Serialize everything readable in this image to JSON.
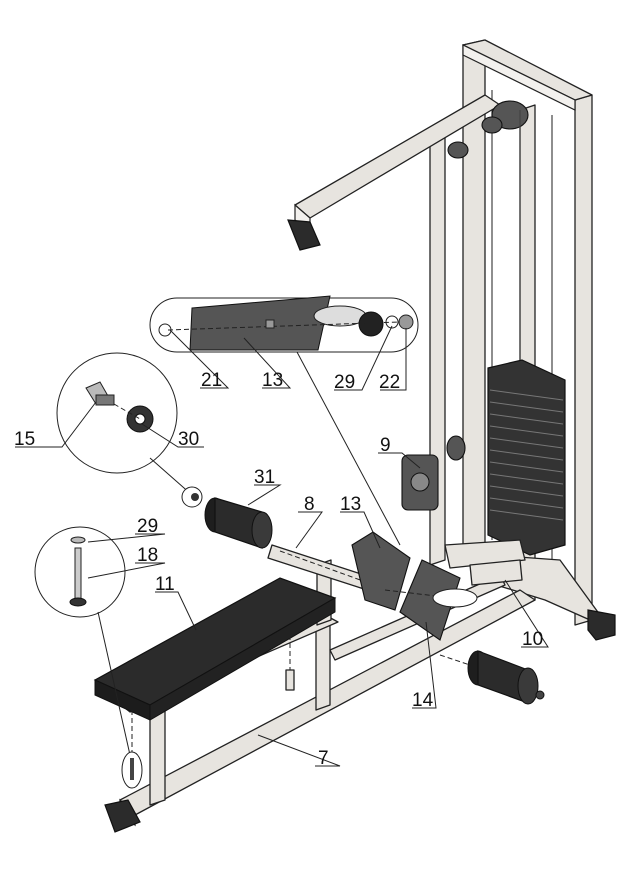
{
  "callouts": [
    {
      "id": "c21",
      "text": "21"
    },
    {
      "id": "c13a",
      "text": "13"
    },
    {
      "id": "c29a",
      "text": "29"
    },
    {
      "id": "c22",
      "text": "22"
    },
    {
      "id": "c15",
      "text": "15"
    },
    {
      "id": "c30",
      "text": "30"
    },
    {
      "id": "c9",
      "text": "9"
    },
    {
      "id": "c31",
      "text": "31"
    },
    {
      "id": "c8",
      "text": "8"
    },
    {
      "id": "c13b",
      "text": "13"
    },
    {
      "id": "c29b",
      "text": "29"
    },
    {
      "id": "c18",
      "text": "18"
    },
    {
      "id": "c11",
      "text": "11"
    },
    {
      "id": "c10",
      "text": "10"
    },
    {
      "id": "c14",
      "text": "14"
    },
    {
      "id": "c7",
      "text": "7"
    }
  ],
  "colors": {
    "frame": "#e7e4df",
    "padding": "#2b2b2b",
    "weight_stack": "#333333",
    "line": "#222222"
  }
}
